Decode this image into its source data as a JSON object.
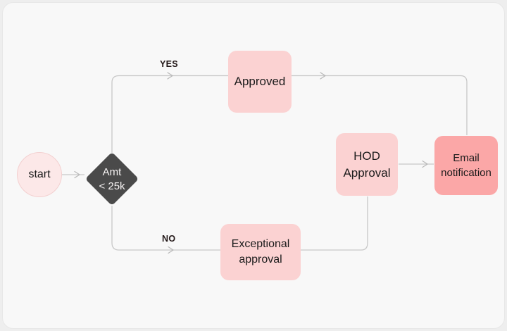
{
  "diagram": {
    "nodes": {
      "start": {
        "label": "start",
        "shape": "circle"
      },
      "decision": {
        "label_line1": "Amt",
        "label_line2": "< 25k",
        "shape": "diamond"
      },
      "approved": {
        "label": "Approved",
        "shape": "process"
      },
      "hod": {
        "label": "HOD Approval",
        "shape": "process"
      },
      "exceptional": {
        "label": "Exceptional approval",
        "shape": "process"
      },
      "email": {
        "label": "Email notification",
        "shape": "terminal"
      }
    },
    "edge_labels": {
      "yes": "YES",
      "no": "NO"
    },
    "colors": {
      "page_background": "#eeeeee",
      "canvas_background": "#f8f8f8",
      "canvas_border": "#e7e7e7",
      "connector": "#c8c8c8",
      "arrowhead": "#b9b9b9",
      "process_fill": "#fbd2d2",
      "terminal_fill": "#fba7a7",
      "decision_fill": "#4a4a4a",
      "decision_text": "#f6f3f3",
      "start_fill": "#fce8e8",
      "start_border": "#f3d0d0",
      "node_text": "#1b1b1b",
      "edge_label_text": "#231818"
    }
  }
}
